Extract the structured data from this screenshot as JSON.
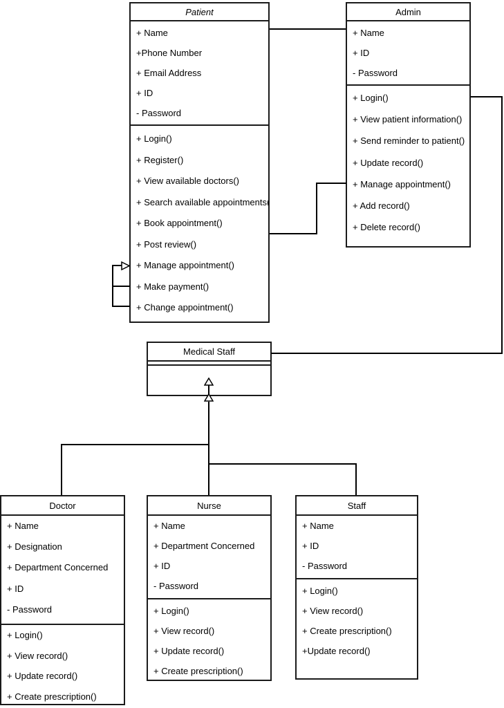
{
  "diagram": {
    "type": "uml-class-diagram",
    "background": "#ffffff",
    "line_color": "#000000",
    "classes": [
      {
        "name": "Patient",
        "abstract_italic_title": true,
        "attributes": [
          "+ Name",
          "+Phone Number",
          "+ Email Address",
          "+ ID",
          "- Password"
        ],
        "methods": [
          "+ Login()",
          "+ Register()",
          "+ View available doctors()",
          "+ Search available appointments()",
          "+ Book appointment()",
          "+ Post review()",
          "+ Manage appointment()",
          "+ Make payment()",
          "+ Change appointment()"
        ]
      },
      {
        "name": "Admin",
        "abstract_italic_title": false,
        "attributes": [
          "+ Name",
          "+ ID",
          "- Password"
        ],
        "methods": [
          "+ Login()",
          "+ View patient information()",
          "+ Send reminder to patient()",
          "+ Update record()",
          "+ Manage appointment()",
          "+ Add record()",
          "+ Delete record()"
        ]
      },
      {
        "name": "Medical Staff",
        "abstract_italic_title": false,
        "attributes": [],
        "methods": []
      },
      {
        "name": "Doctor",
        "abstract_italic_title": false,
        "attributes": [
          "+ Name",
          "+ Designation",
          "+ Department Concerned",
          "+ ID",
          "- Password"
        ],
        "methods": [
          "+ Login()",
          "+ View record()",
          "+ Update record()",
          "+ Create prescription()"
        ]
      },
      {
        "name": "Nurse",
        "abstract_italic_title": false,
        "attributes": [
          "+ Name",
          "+ Department Concerned",
          "+ ID",
          "- Password"
        ],
        "methods": [
          "+ Login()",
          "+ View record()",
          "+ Update record()",
          "+ Create prescription()"
        ]
      },
      {
        "name": "Staff",
        "abstract_italic_title": false,
        "attributes": [
          "+ Name",
          "+ ID",
          "- Password"
        ],
        "methods": [
          "+ Login()",
          "+ View record()",
          "+ Create prescription()",
          "+Update record()"
        ]
      }
    ],
    "relationships": [
      {
        "type": "association",
        "from": "Patient",
        "to": "Admin",
        "note": "top link"
      },
      {
        "type": "association",
        "from": "Patient",
        "to": "Admin",
        "note": "middle elbow link"
      },
      {
        "type": "association",
        "from": "Admin",
        "to": "Medical Staff",
        "note": "right-side elbow link"
      },
      {
        "type": "open-arrow-loop",
        "from": "Patient: Make payment(), Change appointment()",
        "to": "Patient: Manage appointment()"
      },
      {
        "type": "generalization",
        "from": "Doctor",
        "to": "Medical Staff"
      },
      {
        "type": "generalization",
        "from": "Nurse",
        "to": "Medical Staff"
      },
      {
        "type": "generalization",
        "from": "Staff",
        "to": "Medical Staff"
      }
    ]
  }
}
